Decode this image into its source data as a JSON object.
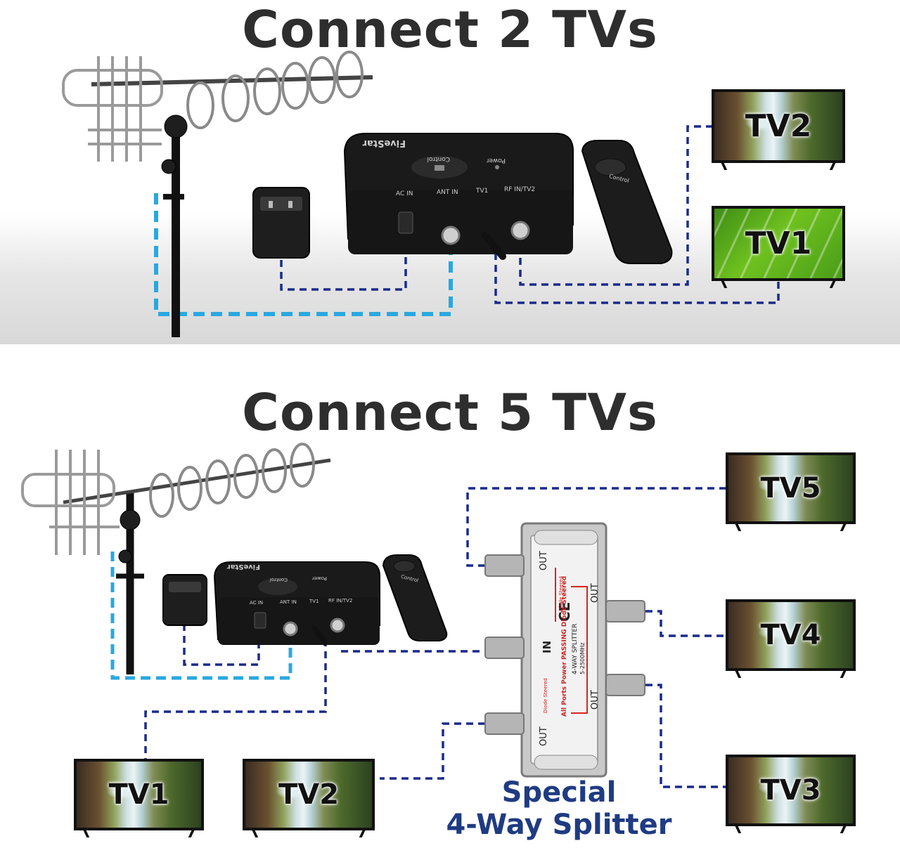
{
  "sections": [
    {
      "heading": "Connect 2 TVs",
      "tvs": [
        {
          "label": "TV2",
          "screen": "waterfall"
        },
        {
          "label": "TV1",
          "screen": "green-leaf"
        }
      ],
      "device": {
        "brand": "FiveStar",
        "buttons": [
          "Control",
          "Power"
        ],
        "ports": [
          "AC IN",
          "ANT IN",
          "TV1",
          "RF IN/TV2"
        ],
        "remote_label": "Control"
      }
    },
    {
      "heading": "Connect 5 TVs",
      "tvs": [
        {
          "label": "TV5",
          "screen": "waterfall"
        },
        {
          "label": "TV4",
          "screen": "waterfall"
        },
        {
          "label": "TV3",
          "screen": "waterfall"
        },
        {
          "label": "TV1",
          "screen": "waterfall"
        },
        {
          "label": "TV2",
          "screen": "waterfall"
        }
      ],
      "device": {
        "brand": "FiveStar",
        "buttons": [
          "Control",
          "Power"
        ],
        "ports": [
          "AC IN",
          "ANT IN",
          "TV1",
          "RF IN/TV2"
        ],
        "remote_label": "Control"
      },
      "splitter": {
        "caption_line1": "Special",
        "caption_line2": "4-Way Splitter",
        "markings": {
          "in": "IN",
          "out": "OUT",
          "text1": "All Ports Power PASSING Diode Steered",
          "text2": "4-WAY SPLITTER",
          "text3": "5-2500MHz",
          "ce": "CE",
          "diode": "Diode Steered"
        }
      }
    }
  ],
  "colors": {
    "heading": "#2e2e2e",
    "antenna_cable": "#29a8e0",
    "tv_cable": "#1a2a8c",
    "caption": "#1f3b82",
    "device_body": "#161616"
  }
}
